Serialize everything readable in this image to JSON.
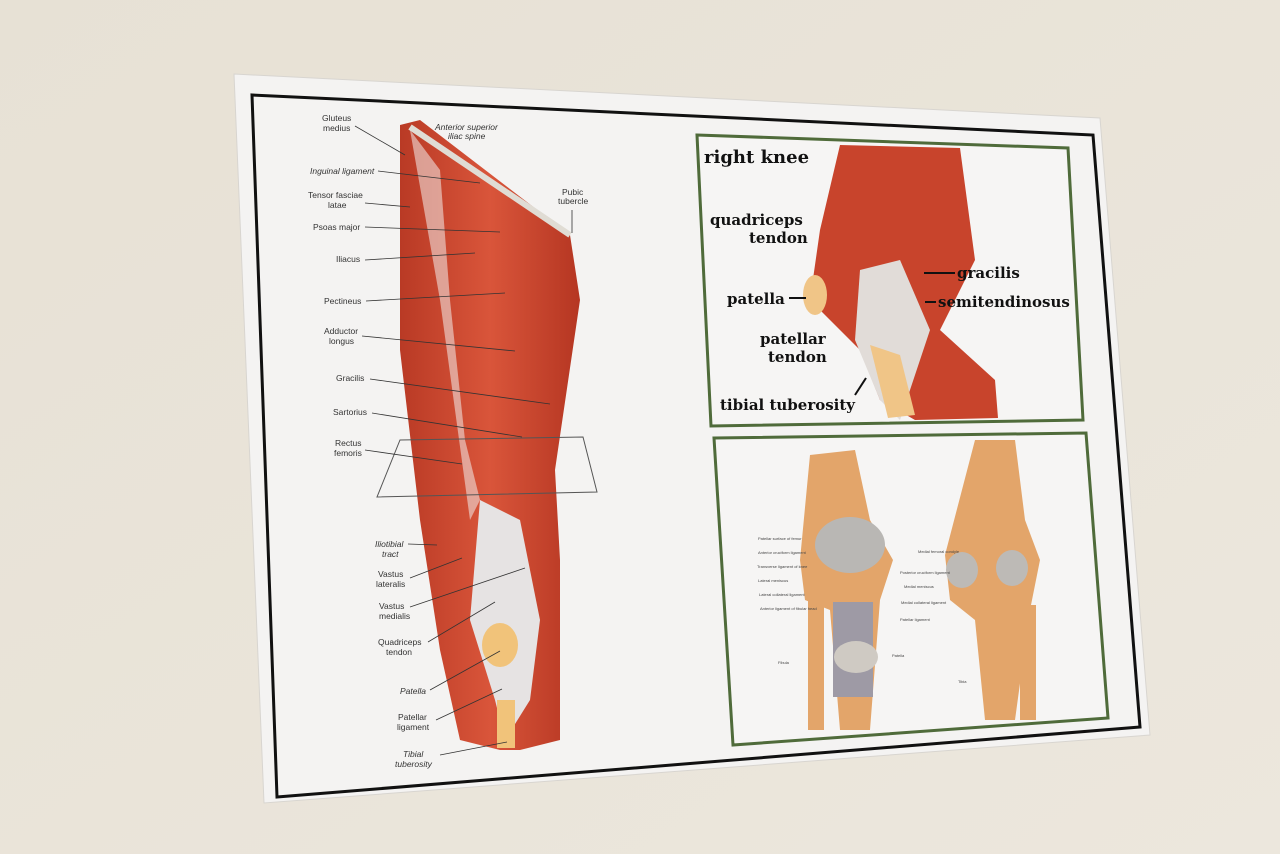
{
  "thigh_labels_left": [
    {
      "lines": [
        "Gluteus",
        "medius"
      ]
    },
    {
      "lines": [
        "Inguinal ligament"
      ]
    },
    {
      "lines": [
        "Tensor fasciae",
        "latae"
      ]
    },
    {
      "lines": [
        "Psoas major"
      ]
    },
    {
      "lines": [
        "Iliacus"
      ]
    },
    {
      "lines": [
        "Pectineus"
      ]
    },
    {
      "lines": [
        "Adductor",
        "longus"
      ]
    },
    {
      "lines": [
        "Gracilis"
      ]
    },
    {
      "lines": [
        "Sartorius"
      ]
    },
    {
      "lines": [
        "Rectus",
        "femoris"
      ]
    },
    {
      "lines": [
        "Iliotibial",
        "tract"
      ]
    },
    {
      "lines": [
        "Vastus",
        "lateralis"
      ]
    },
    {
      "lines": [
        "Vastus",
        "medialis"
      ]
    },
    {
      "lines": [
        "Quadriceps",
        "tendon"
      ]
    },
    {
      "lines": [
        "Patella"
      ]
    },
    {
      "lines": [
        "Patellar",
        "ligament"
      ]
    },
    {
      "lines": [
        "Tibial",
        "tuberosity"
      ]
    }
  ],
  "thigh_labels_top": {
    "asis": [
      "Anterior superior",
      "iliac spine"
    ],
    "pubic": [
      "Pubic",
      "tubercle"
    ]
  },
  "right_knee": {
    "title": "right knee",
    "labels": {
      "quadriceps": [
        "quadriceps",
        "tendon"
      ],
      "patella": "patella",
      "patellar": [
        "patellar",
        "tendon"
      ],
      "tibial": "tibial tuberosity",
      "gracilis": "gracilis",
      "semitendinosus": "semitendinosus"
    }
  },
  "knee_joint": {
    "left_labels": [
      "Patellar surface of femur",
      "Anterior cruciform ligament",
      "Transverse ligament of knee",
      "Lateral meniscus",
      "Lateral collateral ligament",
      "Anterior ligament of fibular head",
      "Fibula"
    ],
    "mid_labels": [
      "Posterior cruciform ligament",
      "Medial meniscus",
      "Medial collateral ligament",
      "Patellar ligament",
      "Patella"
    ],
    "right_labels": [
      "Medial femoral condyle",
      "Tibia"
    ]
  },
  "colors": {
    "wall": "#e9e3d8",
    "poster": "#f4f3f2",
    "muscle": "#c8442c",
    "bone": "#e3a56a",
    "frame_green": "#4f6b3a"
  }
}
